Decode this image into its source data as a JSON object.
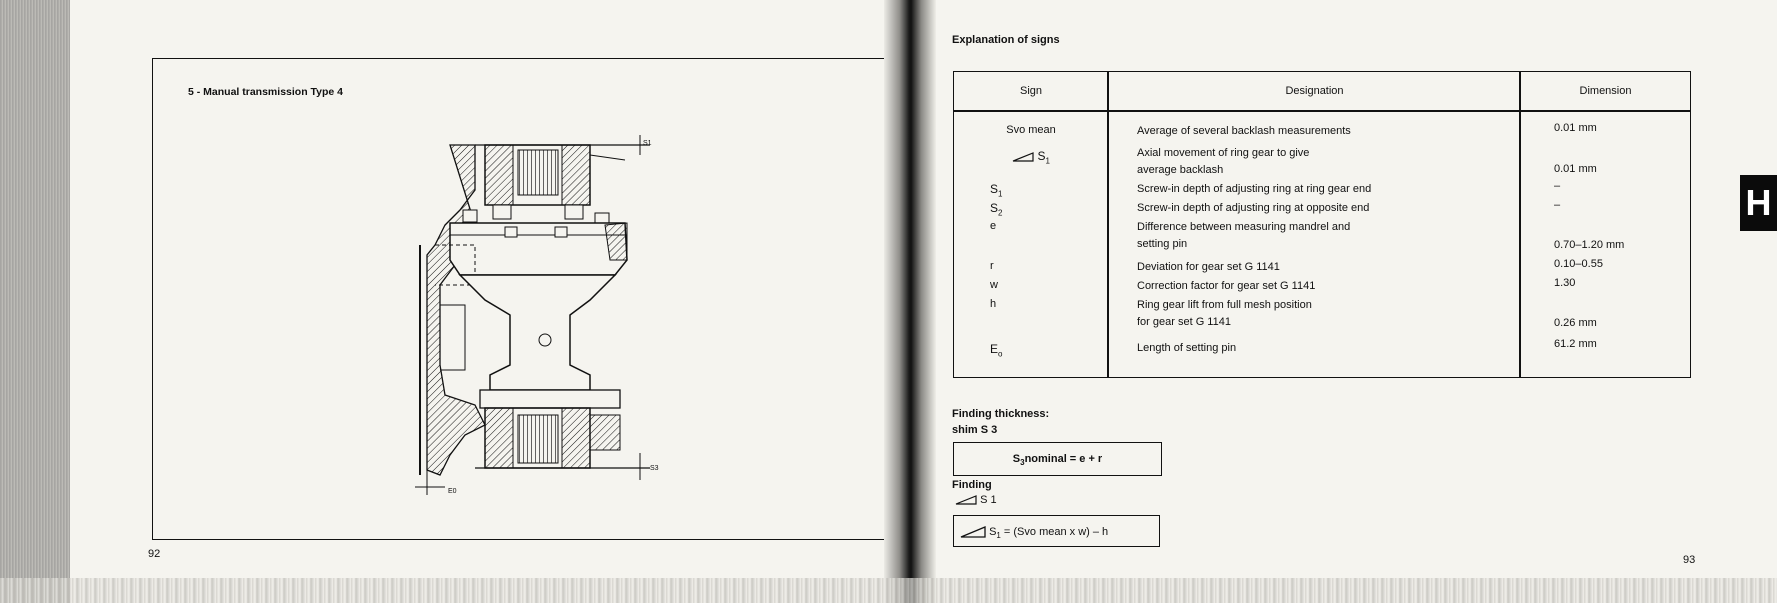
{
  "left_page": {
    "title": "5 - Manual transmission Type 4",
    "page_number": "92",
    "diagram_labels": {
      "s1": "S1",
      "s3": "S3",
      "e0": "E0"
    }
  },
  "right_page": {
    "heading": "Explanation of signs",
    "page_number": "93",
    "section_tab": "H",
    "table": {
      "headers": {
        "sign": "Sign",
        "designation": "Designation",
        "dimension": "Dimension"
      },
      "rows": [
        {
          "sign": "Svo mean",
          "designation": [
            "Average of several backlash measurements"
          ],
          "dimension": "0.01 mm"
        },
        {
          "sign_prefix_icon": "triangle-icon",
          "sign": "S",
          "sign_sub": "1",
          "designation": [
            "Axial movement of ring gear to give",
            "average backlash"
          ],
          "dimension": "0.01 mm"
        },
        {
          "sign": "S",
          "sign_sub": "1",
          "designation": [
            "Screw-in depth of adjusting ring at ring gear end"
          ],
          "dimension": "–"
        },
        {
          "sign": "S",
          "sign_sub": "2",
          "designation": [
            "Screw-in depth of adjusting ring at opposite end"
          ],
          "dimension": "–"
        },
        {
          "sign": "e",
          "designation": [
            "Difference between measuring mandrel and",
            "setting pin"
          ],
          "dimension": "0.70–1.20 mm"
        },
        {
          "sign": "r",
          "designation": [
            "Deviation for gear set G 1141"
          ],
          "dimension": "0.10–0.55"
        },
        {
          "sign": "w",
          "designation": [
            "Correction factor for gear set G 1141"
          ],
          "dimension": "1.30"
        },
        {
          "sign": "h",
          "designation": [
            "Ring gear lift from full mesh position",
            "for gear set G 1141"
          ],
          "dimension": "0.26 mm"
        },
        {
          "sign": "E",
          "sign_sub": "o",
          "designation": [
            "Length of setting pin"
          ],
          "dimension": "61.2 mm"
        }
      ]
    },
    "finding_thickness": {
      "label": "Finding thickness:",
      "sublabel": "shim S 3",
      "formula_prefix": "S",
      "formula_sub": "3",
      "formula_rest": "nominal = e + r"
    },
    "finding_s1": {
      "label": "Finding",
      "sublabel": "S 1",
      "formula_prefix": "S",
      "formula_sub": "1",
      "formula_rest": " = (Svo mean x w) – h"
    }
  }
}
